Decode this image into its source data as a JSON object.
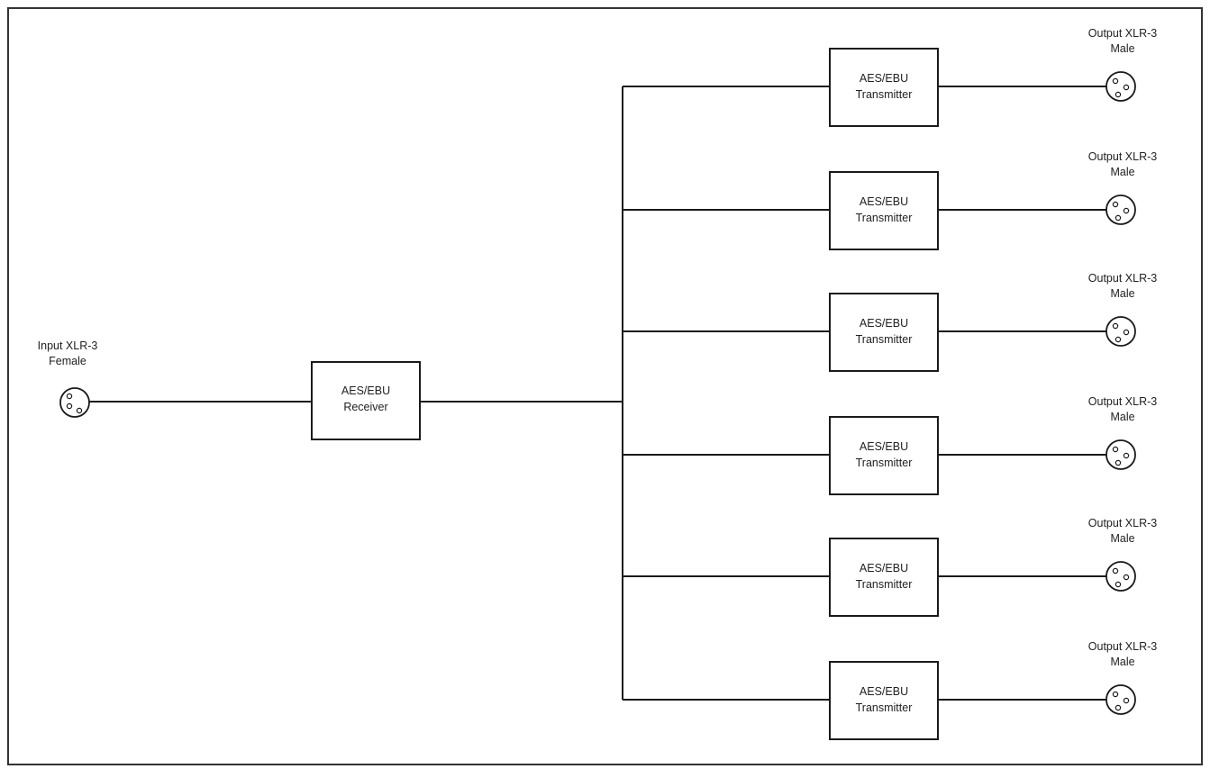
{
  "input": {
    "label_line1": "Input XLR-3",
    "label_line2": "Female",
    "icon": "xlr-3-female-connector-icon"
  },
  "receiver": {
    "line1": "AES/EBU",
    "line2": "Receiver"
  },
  "outputs": [
    {
      "tx_line1": "AES/EBU",
      "tx_line2": "Transmitter",
      "label_line1": "Output XLR-3",
      "label_line2": "Male"
    },
    {
      "tx_line1": "AES/EBU",
      "tx_line2": "Transmitter",
      "label_line1": "Output XLR-3",
      "label_line2": "Male"
    },
    {
      "tx_line1": "AES/EBU",
      "tx_line2": "Transmitter",
      "label_line1": "Output XLR-3",
      "label_line2": "Male"
    },
    {
      "tx_line1": "AES/EBU",
      "tx_line2": "Transmitter",
      "label_line1": "Output XLR-3",
      "label_line2": "Male"
    },
    {
      "tx_line1": "AES/EBU",
      "tx_line2": "Transmitter",
      "label_line1": "Output XLR-3",
      "label_line2": "Male"
    },
    {
      "tx_line1": "AES/EBU",
      "tx_line2": "Transmitter",
      "label_line1": "Output XLR-3",
      "label_line2": "Male"
    }
  ],
  "colors": {
    "line": "#1a1a1a",
    "background": "#ffffff"
  }
}
